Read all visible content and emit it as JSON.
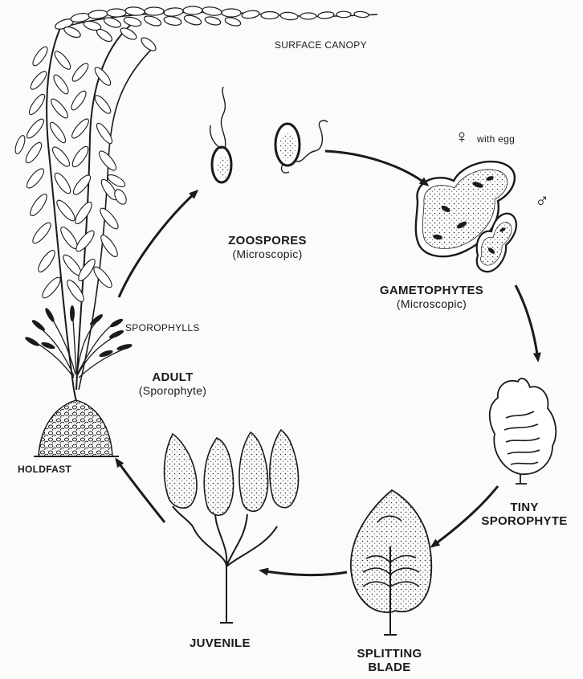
{
  "labels": {
    "surface_canopy": "SURFACE CANOPY",
    "zoospores": "ZOOSPORES",
    "zoospores_sub": "(Microscopic)",
    "female_note": "with egg",
    "gametophytes": "GAMETOPHYTES",
    "gametophytes_sub": "(Microscopic)",
    "sporophylls": "SPOROPHYLLS",
    "adult": "ADULT",
    "adult_sub": "(Sporophyte)",
    "holdfast": "HOLDFAST",
    "tiny_sporophyte_1": "TINY",
    "tiny_sporophyte_2": "SPOROPHYTE",
    "splitting_blade_1": "SPLITTING",
    "splitting_blade_2": "BLADE",
    "juvenile": "JUVENILE"
  },
  "symbols": {
    "female": "♀",
    "male": "♂"
  },
  "colors": {
    "ink": "#1a1a1a",
    "paper": "#fbfbf9"
  }
}
